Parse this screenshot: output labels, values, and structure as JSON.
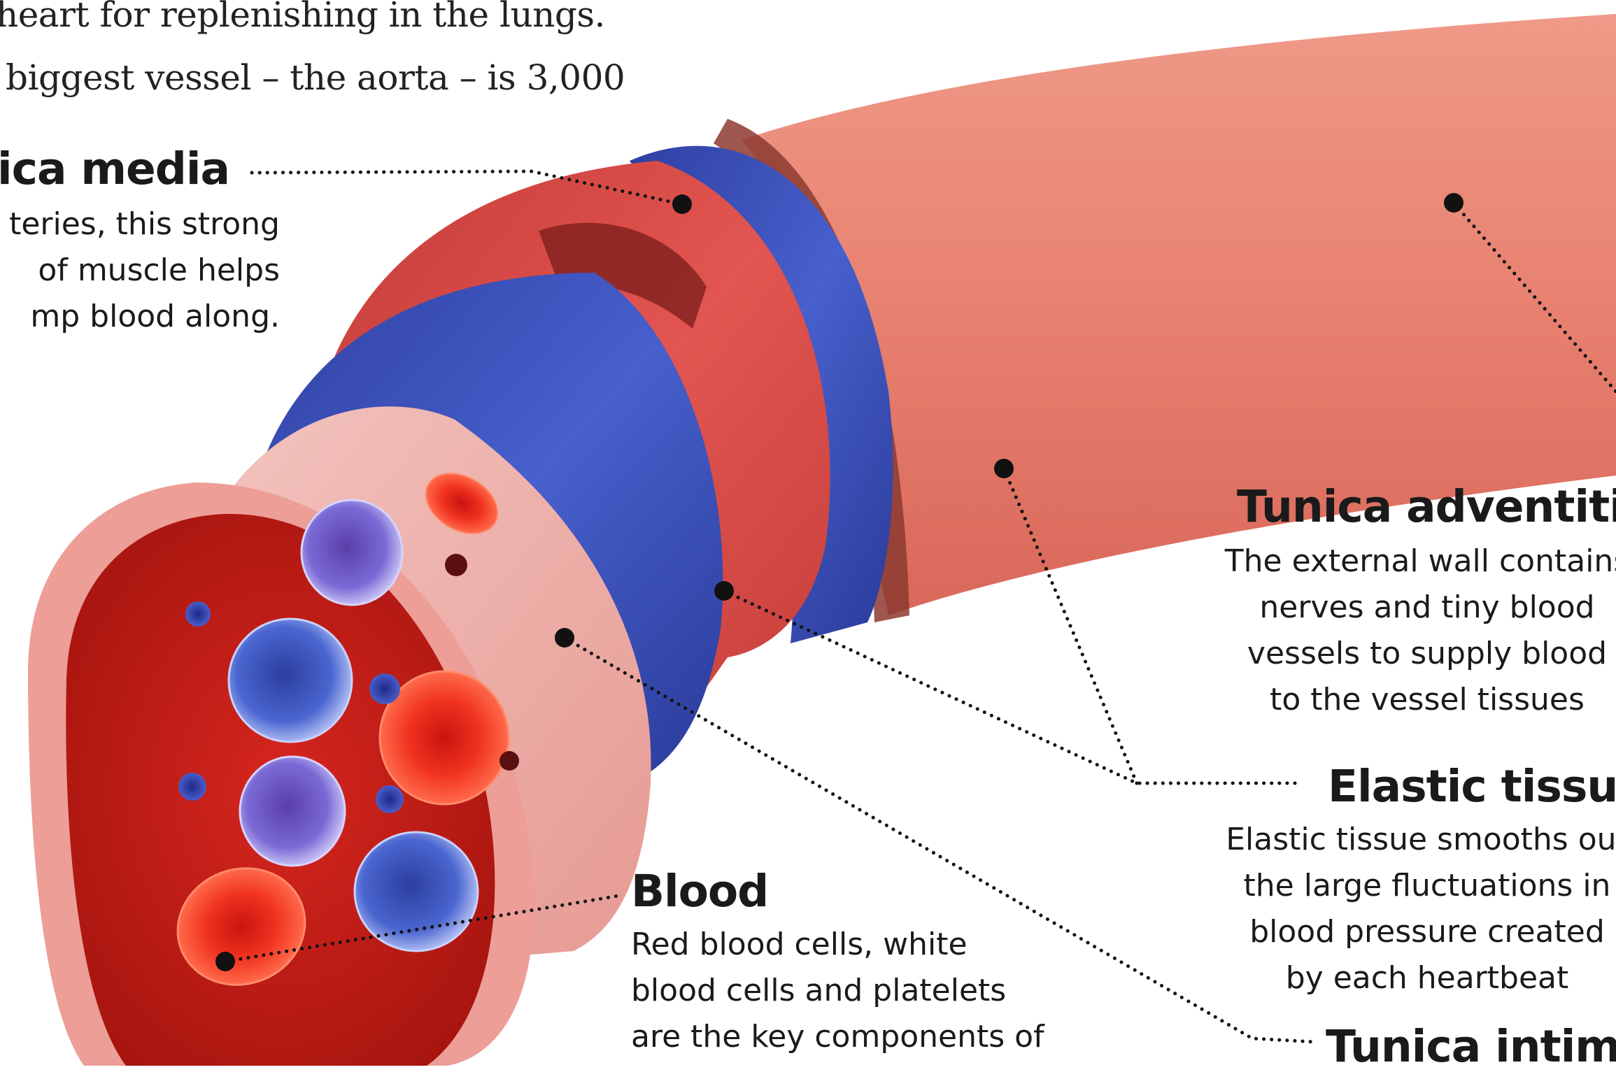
{
  "intro_lines": [
    "heart for replenishing in the lungs.",
    "biggest vessel – the aorta – is 3,000"
  ],
  "labels": {
    "tunica_media": {
      "title": "ica media",
      "lines": [
        "teries, this strong",
        "of muscle helps",
        "mp blood along."
      ]
    },
    "tunica_adventitia": {
      "title": "Tunica adventitia",
      "lines": [
        "The external wall contains",
        "nerves and tiny blood",
        "vessels to supply blood",
        "to the vessel tissues"
      ]
    },
    "elastic_tissue": {
      "title": "Elastic tissue",
      "lines": [
        "Elastic tissue smooths out",
        "the large fluctuations in",
        "blood pressure created",
        "by each heartbeat"
      ]
    },
    "blood": {
      "title": "Blood",
      "lines": [
        "Red blood cells, white",
        "blood cells and platelets",
        "are the key components of"
      ]
    },
    "tunica_intima": {
      "title": "Tunica intima"
    }
  },
  "colors": {
    "adventitia": "#e8806f",
    "media": "#d94a45",
    "elastic": "#3a4fb8",
    "intima": "#f0b5b0",
    "lumen": "#c8201c",
    "red_cell": "#e2261c",
    "white_cell": "#3d57c4",
    "violet_cell": "#6a5fc8"
  }
}
